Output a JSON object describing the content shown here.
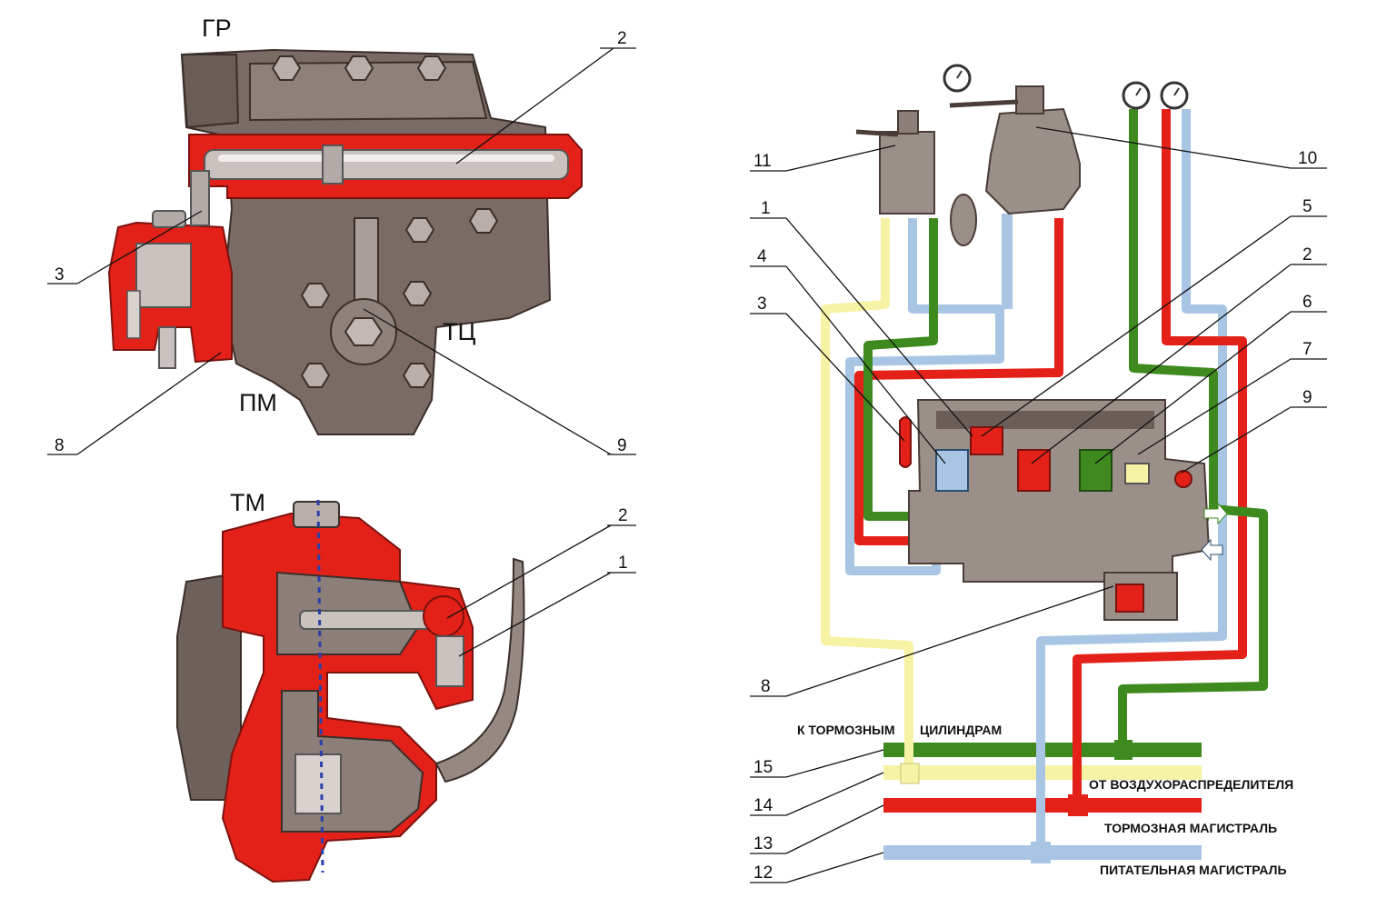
{
  "colors": {
    "red": "#e32119",
    "green": "#3e8a1e",
    "blue": "#a8c6e4",
    "yellow": "#f7f3a4",
    "body": "#9b8f89",
    "dark": "#4a3c36"
  },
  "top_view": {
    "labels": {
      "gr": "ГР",
      "tc": "ТЦ",
      "pm": "ПМ"
    },
    "callouts": {
      "c2": "2",
      "c3": "3",
      "c8": "8",
      "c9": "9"
    }
  },
  "bottom_view": {
    "labels": {
      "tm": "ТМ"
    },
    "callouts": {
      "c2": "2",
      "c1": "1"
    }
  },
  "schematic": {
    "callouts": {
      "c11": "11",
      "c10": "10",
      "c1": "1",
      "c5": "5",
      "c4": "4",
      "c2": "2",
      "c3": "3",
      "c6": "6",
      "c7": "7",
      "c9": "9",
      "c8": "8",
      "c15": "15",
      "c14": "14",
      "c13": "13",
      "c12": "12"
    },
    "pipe_labels": {
      "to_cylinders_a": "К ТОРМОЗНЫМ",
      "to_cylinders_b": "ЦИЛИНДРАМ",
      "from_distributor": "ОТ ВОЗДУХОРАСПРЕДЕЛИТЕЛЯ",
      "brake_line": "ТОРМОЗНАЯ МАГИСТРАЛЬ",
      "feed_line": "ПИТАТЕЛЬНАЯ МАГИСТРАЛЬ"
    }
  }
}
